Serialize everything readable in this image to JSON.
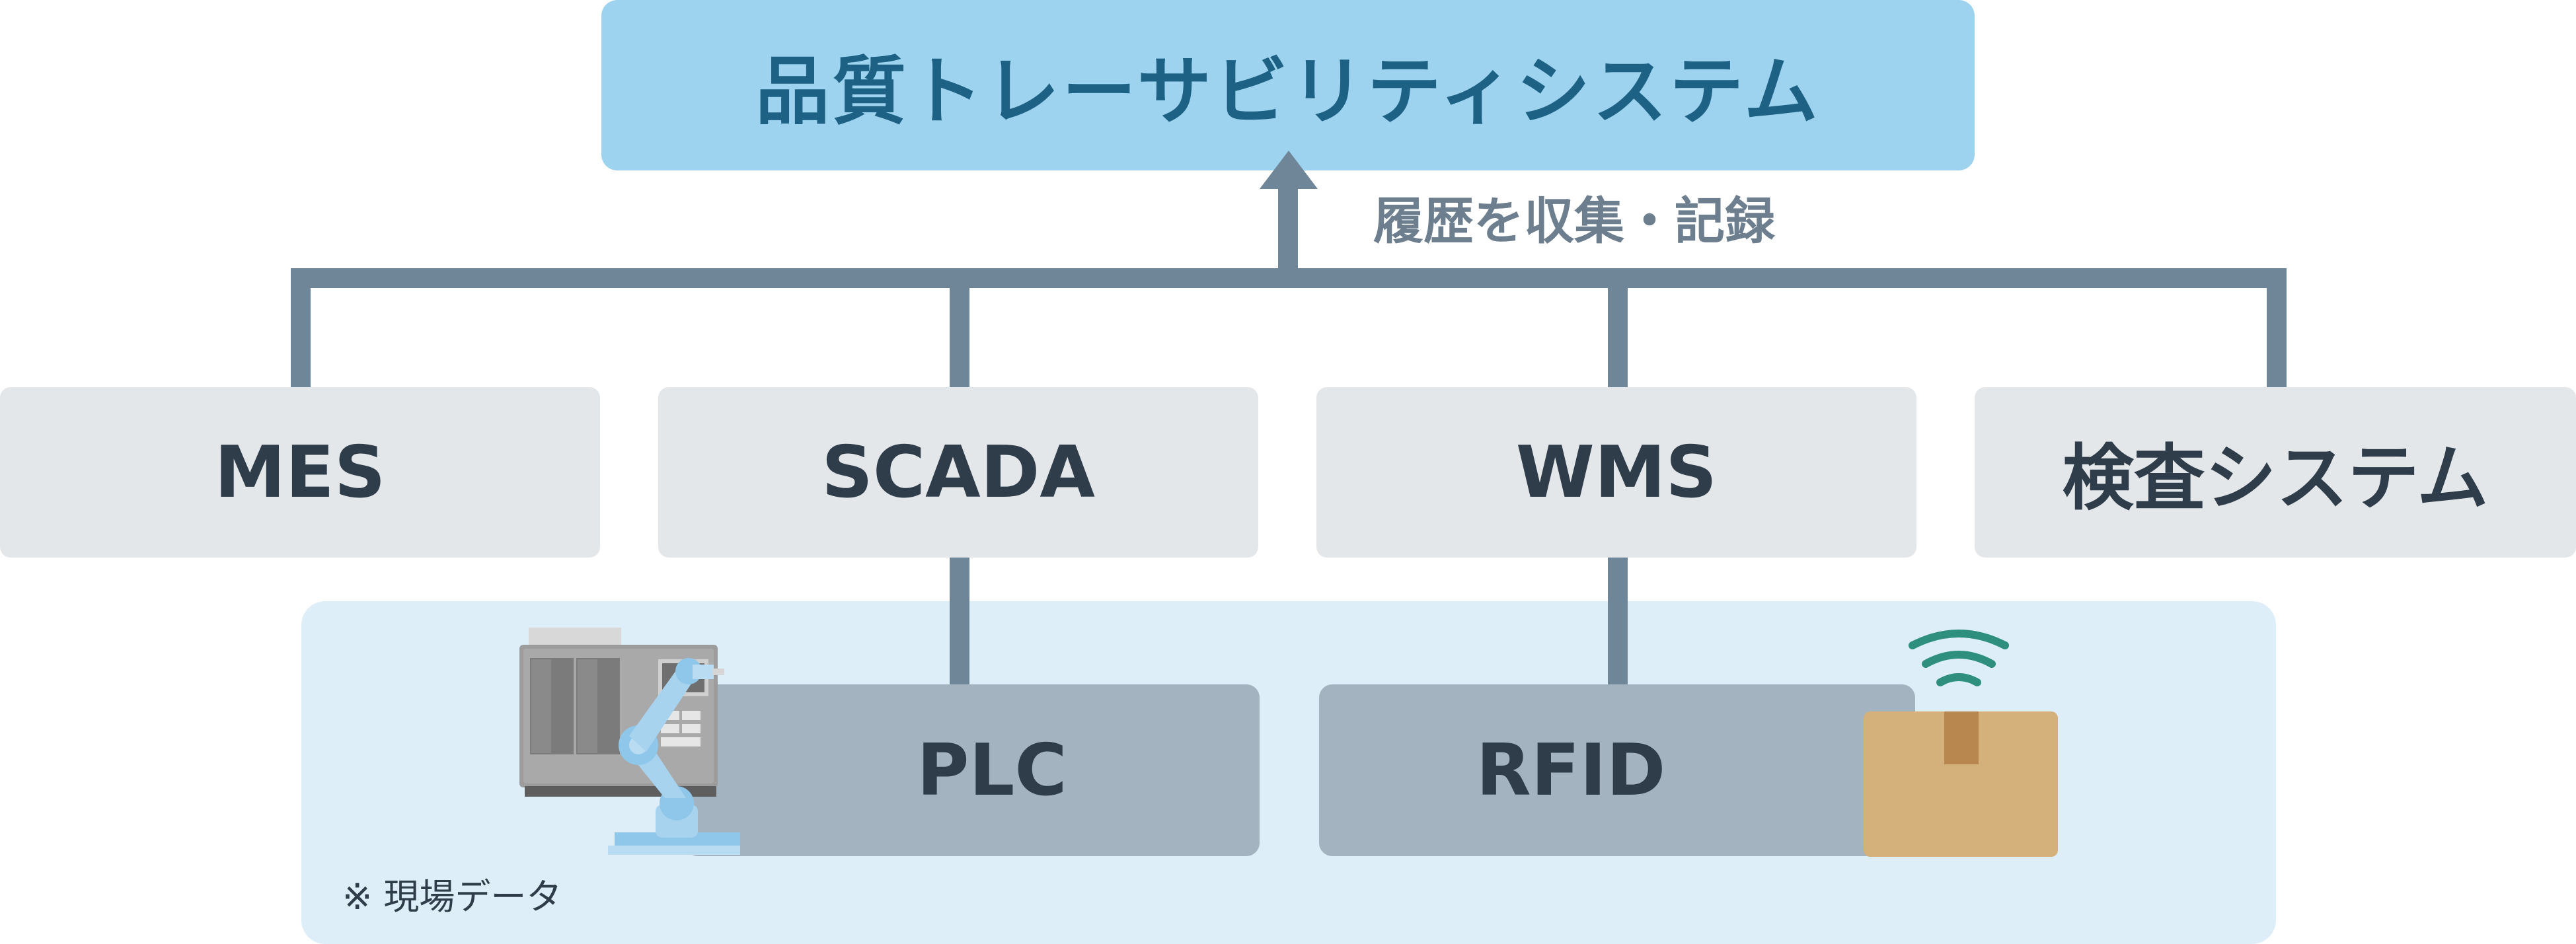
{
  "diagram": {
    "top_system": {
      "title": "品質トレーサビリティシステム"
    },
    "arrow_label": "履歴を収集・記録",
    "systems": [
      {
        "label": "MES"
      },
      {
        "label": "SCADA"
      },
      {
        "label": "WMS"
      },
      {
        "label": "検査システム"
      }
    ],
    "field": {
      "note": "※ 現場データ",
      "devices": [
        {
          "label": "PLC"
        },
        {
          "label": "RFID"
        }
      ]
    },
    "icons": {
      "robot": "robot-arm-machine-icon",
      "package": "cardboard-box-icon",
      "wireless": "wireless-signal-icon"
    },
    "colors": {
      "top_box": "#9dd3ee",
      "top_text": "#1d6185",
      "connector": "#6f8598",
      "system_box": "#e4e7ea",
      "device_box": "#a4b3c0",
      "field_area": "#ddeef8",
      "text_dark": "#2f3d4a",
      "wireless": "#2e8f7f"
    }
  }
}
